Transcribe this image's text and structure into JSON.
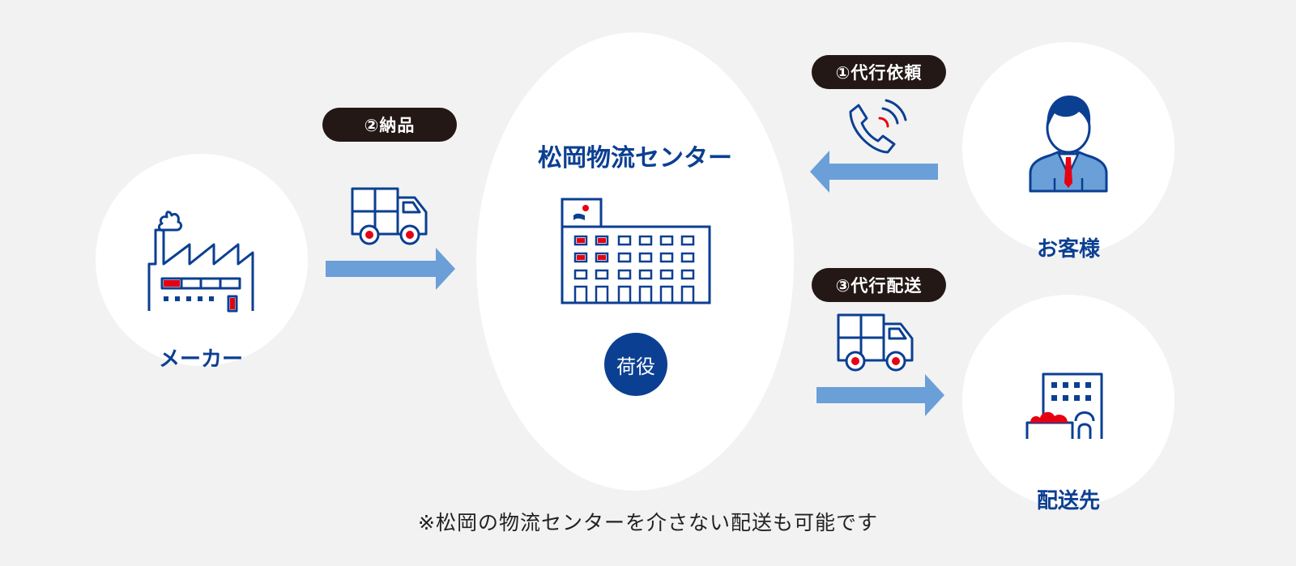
{
  "colors": {
    "navy": "#0b3f92",
    "accent_red": "#e60012",
    "arrow_blue": "#6a9fd8",
    "pill_bg": "#231815",
    "background": "#f2f2f2"
  },
  "steps": {
    "request": "①代行依頼",
    "delivery_in": "②納品",
    "delivery_out": "③代行配送"
  },
  "nodes": {
    "maker": "メーカー",
    "center": "松岡物流センター",
    "center_badge": "荷役",
    "customer": "お客様",
    "destination": "配送先"
  },
  "note": "※松岡の物流センターを介さない配送も可能です",
  "icons": {
    "maker": "factory-icon",
    "center": "building-icon",
    "customer": "businessman-icon",
    "destination": "shop-icon",
    "phone": "phone-icon",
    "truck": "truck-icon"
  }
}
